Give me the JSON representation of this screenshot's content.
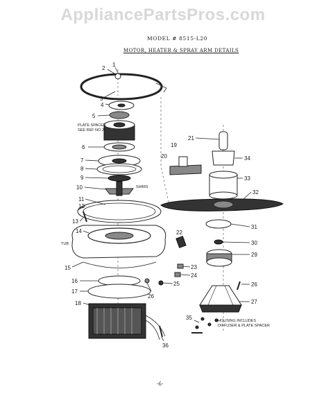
{
  "watermark": "AppliancePartsPros.com",
  "model_line": "MODEL # 8515-L20",
  "subtitle": "MOTOR, HEATER & SPRAY ARM DETAILS",
  "page_number": "-6-",
  "notes": {
    "plate_spacer_1": "PLATE SPACER",
    "plate_spacer_2": "SEE REF NO 27",
    "shims": "SHIMS",
    "tub": "TUB",
    "housing_1": "HOUSING INCLUDES",
    "housing_2": "DIFFUSER & PLATE SPACER"
  },
  "callouts": {
    "c1": "1",
    "c2": "2",
    "c3": "3",
    "c4": "4",
    "c5": "5",
    "c6": "6",
    "c7": "7",
    "c8": "8",
    "c9": "9",
    "c10": "10",
    "c11": "11",
    "c12": "12",
    "c13": "13",
    "c14": "14",
    "c15": "15",
    "c16": "16",
    "c17": "17",
    "c18": "18",
    "c19": "19",
    "c20": "20",
    "c21": "21",
    "c22": "22",
    "c23": "23",
    "c24": "24",
    "c25": "25",
    "c26a": "26",
    "c26b": "26",
    "c27": "27",
    "c29": "29",
    "c30": "30",
    "c31": "31",
    "c32": "32",
    "c33": "33",
    "c34": "34",
    "c35": "35",
    "c36": "36"
  }
}
